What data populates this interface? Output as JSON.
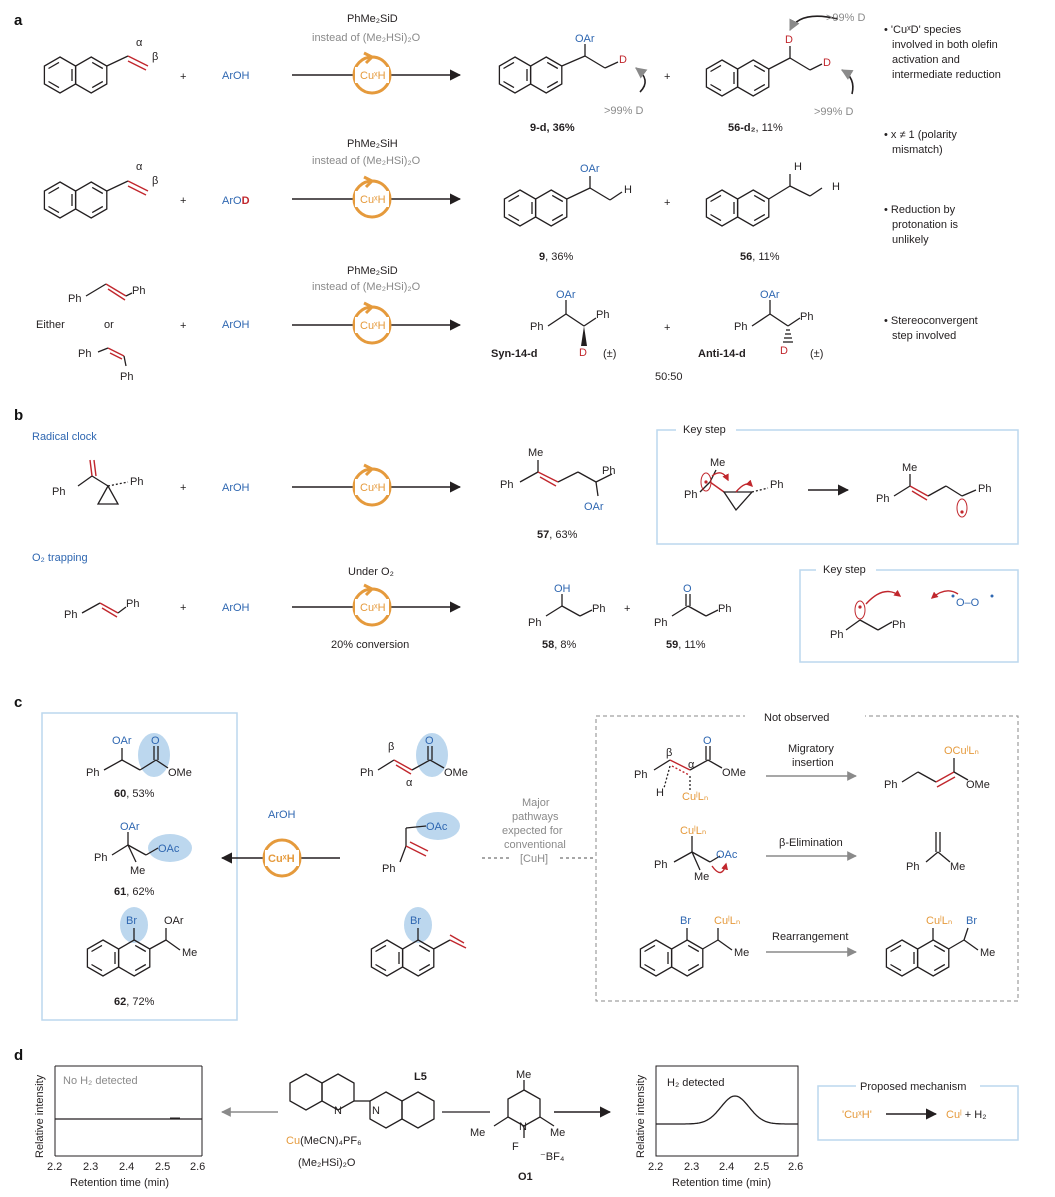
{
  "panels": {
    "a": "a",
    "b": "b",
    "c": "c",
    "d": "d"
  },
  "common": {
    "plus": "+",
    "catalyst": "CuˣH",
    "aroh": "ArOH",
    "arod_pre": "ArO",
    "arod_d": "D",
    "oar": "OAr",
    "ph": "Ph",
    "d": "D",
    "h": "H",
    "alpha": "α",
    "beta": "β",
    "pm": "(±)"
  },
  "panel_a": {
    "row1": {
      "reagent": "PhMe₂SiD",
      "note": "instead of (Me₂HSi)₂O",
      "prod1_label": "9-d, 36%",
      "prod2_label_bold": "56-d₂",
      "prod2_label_rest": ", 11%",
      "ddeg1": ">99% D",
      "ddeg2": ">99% D",
      "ddeg3": ">99% D"
    },
    "row2": {
      "reagent": "PhMe₂SiH",
      "note": "instead of (Me₂HSi)₂O",
      "prod1_bold": "9",
      "prod1_rest": ", 36%",
      "prod2_bold": "56",
      "prod2_rest": ", 11%"
    },
    "row3": {
      "reagent": "PhMe₂SiD",
      "note": "instead of (Me₂HSi)₂O",
      "either": "Either",
      "or": "or",
      "prod1_label": "Syn-14-d",
      "prod2_label": "Anti-14-d",
      "ratio": "50:50"
    },
    "bullets": [
      "'CuˣD' species involved in both olefin activation and intermediate reduction",
      "x ≠ 1 (polarity mismatch)",
      "Reduction by protonation is unlikely",
      "Stereoconvergent step involved"
    ]
  },
  "panel_b": {
    "radical_clock": "Radical clock",
    "o2_trapping": "O₂ trapping",
    "under_o2": "Under O₂",
    "conversion": "20% conversion",
    "key_step": "Key step",
    "me": "Me",
    "oh": "OH",
    "o": "O",
    "oo": "O–O",
    "prod57_bold": "57",
    "prod57_rest": ", 63%",
    "prod58_bold": "58",
    "prod58_rest": ", 8%",
    "prod59_bold": "59",
    "prod59_rest": ", 11%"
  },
  "panel_c": {
    "ome": "OMe",
    "oac": "OAc",
    "br": "Br",
    "me": "Me",
    "o": "O",
    "prod60_bold": "60",
    "prod60_rest": ", 53%",
    "prod61_bold": "61",
    "prod61_rest": ", 62%",
    "prod62_bold": "62",
    "prod62_rest": ", 72%",
    "major_pathways": [
      "Major",
      "pathways",
      "expected for",
      "conventional",
      "[CuH]"
    ],
    "not_observed": "Not observed",
    "migratory": [
      "Migratory",
      "insertion"
    ],
    "beta_elim": "β-Elimination",
    "rearr": "Rearrangement",
    "cul": "CuˡLₙ",
    "ocul": "OCuˡLₙ"
  },
  "panel_d": {
    "ylabel": "Relative intensity",
    "xlabel": "Retention time (min)",
    "ticks": [
      "2.2",
      "2.3",
      "2.4",
      "2.5",
      "2.6"
    ],
    "no_h2": "No H₂ detected",
    "h2_detected": "H₂ detected",
    "l5": "L5",
    "cu_salt_pre": "Cu",
    "cu_salt_rest": "(MeCN)₄PF₆",
    "silane": "(Me₂HSi)₂O",
    "o1": "O1",
    "bf4": "⁻BF₄",
    "n": "N",
    "f": "F",
    "me": "Me",
    "proposed": "Proposed mechanism",
    "mech_left": "'CuˣH'",
    "mech_cu": "Cuˡ",
    "mech_rest": "+ H₂"
  },
  "colors": {
    "red": "#c1272d",
    "blue": "#2f67b1",
    "orange": "#e59a3c",
    "gray": "#8a8a8a",
    "box": "#bcd7ee"
  }
}
